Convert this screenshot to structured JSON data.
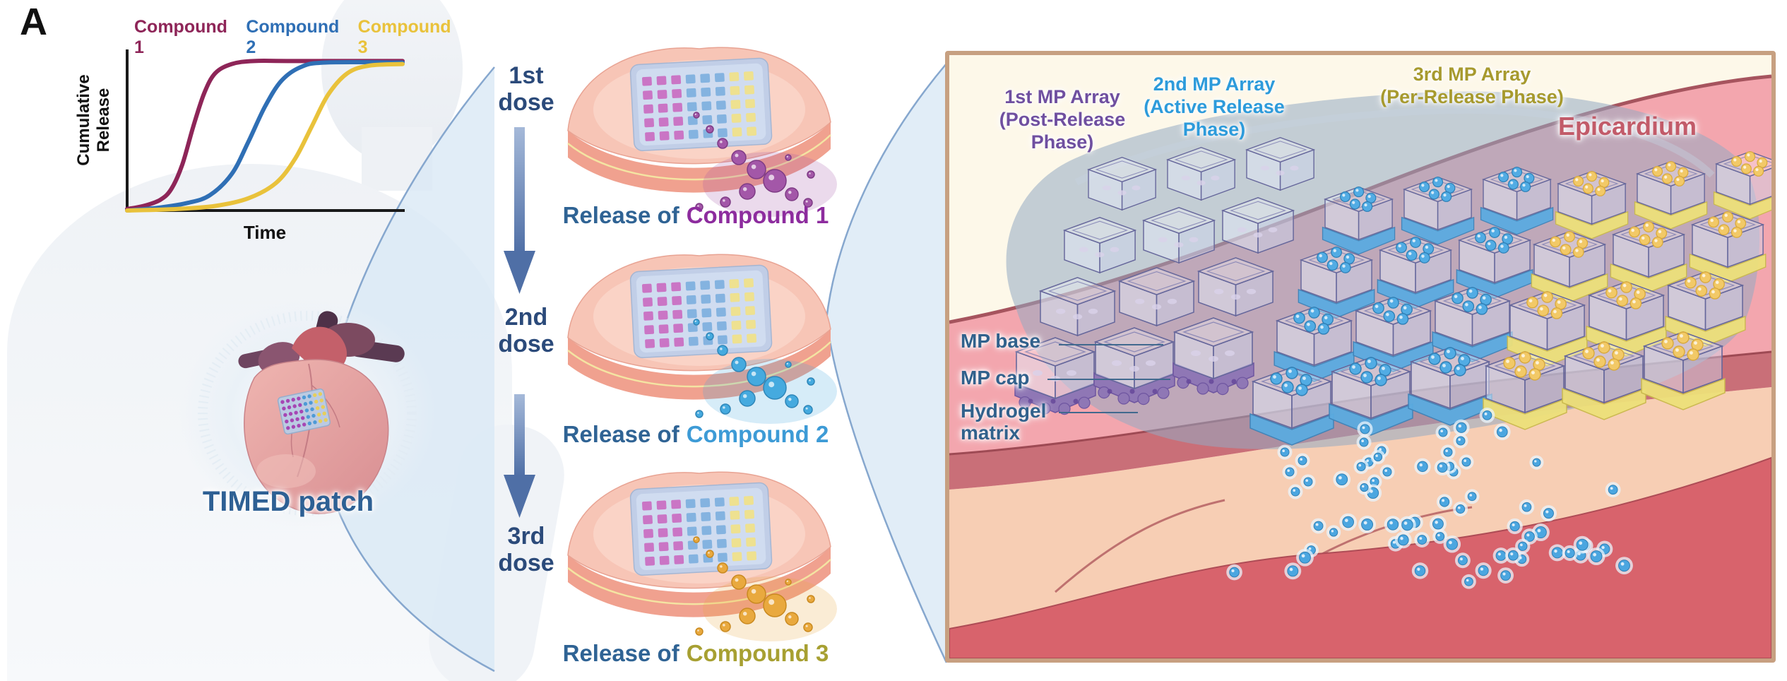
{
  "figure": {
    "panel_label": "A"
  },
  "chart": {
    "ylabel": "Cumulative Release",
    "xlabel": "Time"
  },
  "chart_data": {
    "type": "line",
    "title": "",
    "xlabel": "Time",
    "ylabel": "Cumulative Release",
    "x_axis": {
      "label": "Time",
      "ticks": []
    },
    "y_axis": {
      "label": "Cumulative Release",
      "ticks": []
    },
    "legend_position": "top",
    "series": [
      {
        "name": "Compound 1",
        "color": "#8E2558",
        "points": [
          [
            0,
            1
          ],
          [
            6,
            3
          ],
          [
            12,
            7
          ],
          [
            16,
            14
          ],
          [
            20,
            30
          ],
          [
            24,
            55
          ],
          [
            28,
            77
          ],
          [
            32,
            90
          ],
          [
            38,
            96
          ],
          [
            46,
            98
          ],
          [
            60,
            98
          ],
          [
            100,
            98
          ]
        ]
      },
      {
        "name": "Compound 2",
        "color": "#2F6FB5",
        "points": [
          [
            0,
            0
          ],
          [
            12,
            2
          ],
          [
            22,
            5
          ],
          [
            30,
            10
          ],
          [
            38,
            24
          ],
          [
            44,
            45
          ],
          [
            50,
            68
          ],
          [
            56,
            85
          ],
          [
            63,
            94
          ],
          [
            72,
            97
          ],
          [
            100,
            97
          ]
        ]
      },
      {
        "name": "Compound 3",
        "color": "#E9C23B",
        "points": [
          [
            0,
            0
          ],
          [
            18,
            1
          ],
          [
            32,
            3
          ],
          [
            44,
            8
          ],
          [
            54,
            18
          ],
          [
            61,
            34
          ],
          [
            67,
            55
          ],
          [
            73,
            76
          ],
          [
            80,
            90
          ],
          [
            88,
            95
          ],
          [
            100,
            96
          ]
        ]
      }
    ],
    "description": "Sequential sigmoidal cumulative-release curves of three compounds over time"
  },
  "left": {
    "timed_patch_label": "TIMED patch"
  },
  "middle": {
    "doses": [
      {
        "dose": "1st dose",
        "release_prefix": "Release of",
        "compound": "Compound 1",
        "compound_color": "#8D2C9E",
        "particle_color": "#A357A8",
        "particle_stroke": "#7E3B85"
      },
      {
        "dose": "2nd dose",
        "release_prefix": "Release of",
        "compound": "Compound 2",
        "compound_color": "#3D9BD6",
        "particle_color": "#45AADF",
        "particle_stroke": "#2F86B8"
      },
      {
        "dose": "3rd dose",
        "release_prefix": "Release of",
        "compound": "Compound 3",
        "compound_color": "#A7A032",
        "particle_color": "#E9A93E",
        "particle_stroke": "#C98A20"
      }
    ]
  },
  "right_panel": {
    "epicardium_label": "Epicardium",
    "epicardium_color": "#C25B69",
    "mp_arrays": [
      {
        "title": "1st MP Array",
        "phase": "(Post-Release Phase)",
        "label_color": "#6F4FA0",
        "state": "post-release",
        "mp_color": "#8F77B5"
      },
      {
        "title": "2nd MP Array",
        "phase": "(Active Release Phase)",
        "label_color": "#2D9BDB",
        "state": "active-release",
        "mp_color": "#5BABE0"
      },
      {
        "title": "3rd MP Array",
        "phase": "(Per-Release Phase)",
        "label_color": "#A79A2E",
        "state": "pre-release",
        "mp_color": "#EDE07A"
      }
    ],
    "annotations": {
      "mp_base": "MP base",
      "mp_cap": "MP cap",
      "hydrogel_matrix": "Hydrogel\nmatrix",
      "label_color": "#31618C"
    }
  }
}
